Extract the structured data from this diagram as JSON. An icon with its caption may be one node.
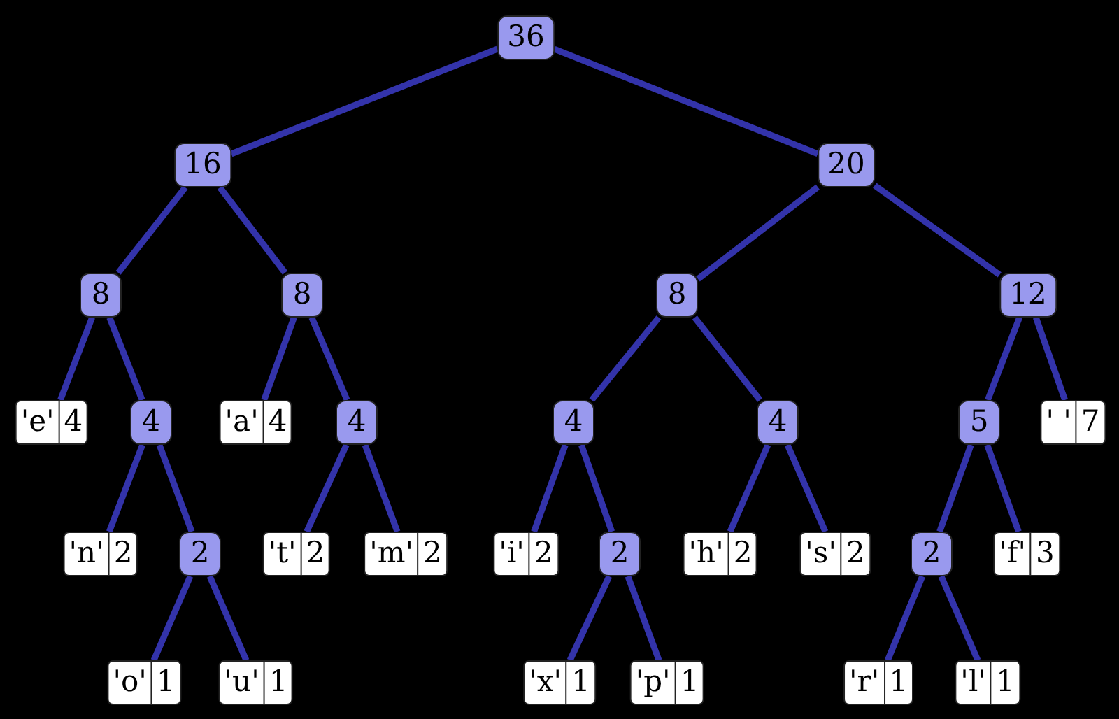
{
  "diagram": {
    "nodes": [
      {
        "text": [
          "36"
        ]
      },
      {
        "text": [
          "16"
        ]
      },
      {
        "text": [
          "20"
        ]
      },
      {
        "text": [
          "8"
        ]
      },
      {
        "text": [
          "8"
        ]
      },
      {
        "text": [
          "8"
        ]
      },
      {
        "text": [
          "12"
        ]
      },
      {
        "text": [
          "'e'",
          "4"
        ]
      },
      {
        "text": [
          "4"
        ]
      },
      {
        "text": [
          "'a'",
          "4"
        ]
      },
      {
        "text": [
          "4"
        ]
      },
      {
        "text": [
          "4"
        ]
      },
      {
        "text": [
          "4"
        ]
      },
      {
        "text": [
          "5"
        ]
      },
      {
        "text": [
          "' '",
          "7"
        ]
      },
      {
        "text": [
          "'n'",
          "2"
        ]
      },
      {
        "text": [
          "2"
        ]
      },
      {
        "text": [
          "'t'",
          "2"
        ]
      },
      {
        "text": [
          "'m'",
          "2"
        ]
      },
      {
        "text": [
          "'i'",
          "2"
        ]
      },
      {
        "text": [
          "2"
        ]
      },
      {
        "text": [
          "'h'",
          "2"
        ]
      },
      {
        "text": [
          "'s'",
          "2"
        ]
      },
      {
        "text": [
          "2"
        ]
      },
      {
        "text": [
          "'f'",
          "3"
        ]
      },
      {
        "text": [
          "'o'",
          "1"
        ]
      },
      {
        "text": [
          "'u'",
          "1"
        ]
      },
      {
        "text": [
          "'x'",
          "1"
        ]
      },
      {
        "text": [
          "'p'",
          "1"
        ]
      },
      {
        "text": [
          "'r'",
          "1"
        ]
      },
      {
        "text": [
          "'l'",
          "1"
        ]
      }
    ],
    "edges": [
      {
        "from": 0,
        "to": 1,
        "arrow": "none"
      },
      {
        "from": 0,
        "to": 2,
        "arrow": "none"
      },
      {
        "from": 1,
        "to": 3,
        "arrow": "none"
      },
      {
        "from": 1,
        "to": 4,
        "arrow": "none"
      },
      {
        "from": 2,
        "to": 5,
        "arrow": "none"
      },
      {
        "from": 2,
        "to": 6,
        "arrow": "none"
      },
      {
        "from": 3,
        "to": 7,
        "arrow": "none"
      },
      {
        "from": 3,
        "to": 8,
        "arrow": "none"
      },
      {
        "from": 4,
        "to": 9,
        "arrow": "none"
      },
      {
        "from": 4,
        "to": 10,
        "arrow": "none"
      },
      {
        "from": 5,
        "to": 11,
        "arrow": "none"
      },
      {
        "from": 5,
        "to": 12,
        "arrow": "none"
      },
      {
        "from": 6,
        "to": 13,
        "arrow": "none"
      },
      {
        "from": 6,
        "to": 14,
        "arrow": "none"
      },
      {
        "from": 8,
        "to": 15,
        "arrow": "none"
      },
      {
        "from": 8,
        "to": 16,
        "arrow": "none"
      },
      {
        "from": 10,
        "to": 17,
        "arrow": "none"
      },
      {
        "from": 10,
        "to": 18,
        "arrow": "none"
      },
      {
        "from": 11,
        "to": 19,
        "arrow": "none"
      },
      {
        "from": 11,
        "to": 20,
        "arrow": "none"
      },
      {
        "from": 12,
        "to": 21,
        "arrow": "none"
      },
      {
        "from": 12,
        "to": 22,
        "arrow": "none"
      },
      {
        "from": 13,
        "to": 23,
        "arrow": "none"
      },
      {
        "from": 13,
        "to": 24,
        "arrow": "none"
      },
      {
        "from": 16,
        "to": 25,
        "arrow": "none"
      },
      {
        "from": 16,
        "to": 26,
        "arrow": "none"
      },
      {
        "from": 20,
        "to": 27,
        "arrow": "none"
      },
      {
        "from": 20,
        "to": 28,
        "arrow": "none"
      },
      {
        "from": 23,
        "to": 29,
        "arrow": "none"
      },
      {
        "from": 23,
        "to": 30,
        "arrow": "none"
      }
    ]
  }
}
